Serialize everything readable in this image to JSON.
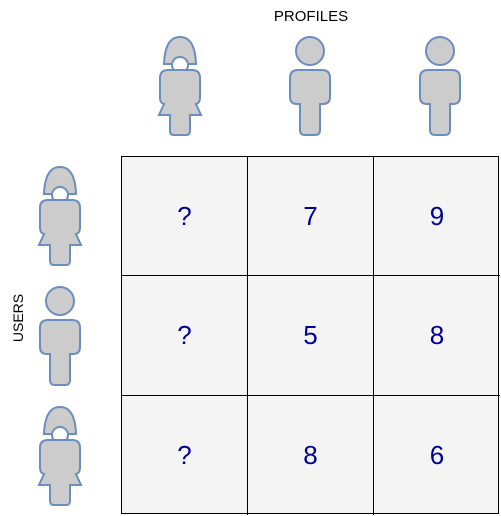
{
  "columns_title": "PROFILES",
  "rows_title": "USERS",
  "column_icons": [
    "female-person-icon",
    "male-person-icon",
    "male-person-icon"
  ],
  "row_icons": [
    "female-person-icon",
    "male-person-icon",
    "female-person-icon"
  ],
  "icon_fill": "#cccccc",
  "icon_stroke": "#6c8ebf",
  "value_color": "#000099",
  "grid_background": "#f4f4f4",
  "matrix": [
    [
      "?",
      "7",
      "9"
    ],
    [
      "?",
      "5",
      "8"
    ],
    [
      "?",
      "8",
      "6"
    ]
  ]
}
